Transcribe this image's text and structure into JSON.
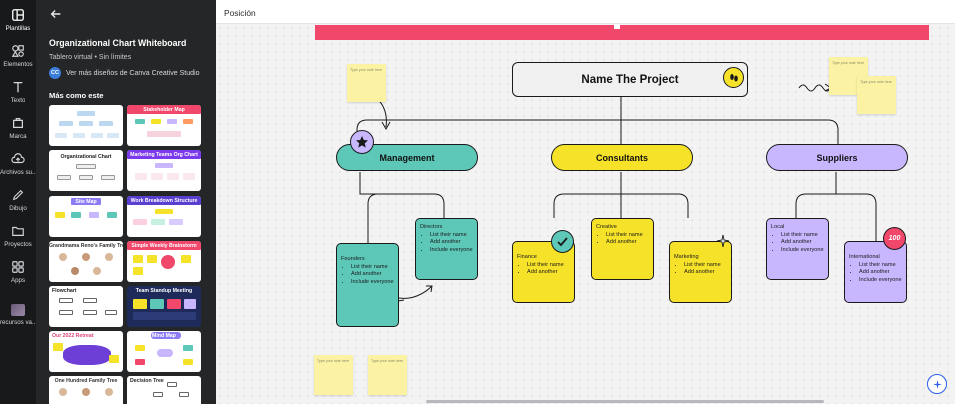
{
  "rail": {
    "items": [
      {
        "label": "Plantillas",
        "icon": "templates-icon"
      },
      {
        "label": "Elementos",
        "icon": "elements-icon"
      },
      {
        "label": "Texto",
        "icon": "text-icon"
      },
      {
        "label": "Marca",
        "icon": "brand-icon"
      },
      {
        "label": "Archivos su...",
        "icon": "uploads-icon"
      },
      {
        "label": "Dibujo",
        "icon": "draw-icon"
      },
      {
        "label": "Proyectos",
        "icon": "projects-icon"
      },
      {
        "label": "Apps",
        "icon": "apps-icon"
      },
      {
        "label": "recursos va...",
        "icon": "resource-thumbnail"
      }
    ]
  },
  "panel": {
    "title": "Organizational Chart Whiteboard",
    "subtitle": "Tablero virtual • Sin límites",
    "creator_badge": "CC",
    "creator_link": "Ver más diseños de Canva Creative Studio",
    "more_title": "Más como este",
    "thumbnails": [
      {
        "caption": "",
        "bg": "#ffffff"
      },
      {
        "caption": "Stakeholder Map",
        "bg": "#ffffff"
      },
      {
        "caption": "Organizational Chart",
        "bg": "#ffffff"
      },
      {
        "caption": "Marketing Teams Org Chart",
        "bg": "#ffffff"
      },
      {
        "caption": "Site Map",
        "bg": "#ffffff"
      },
      {
        "caption": "Work Breakdown Structure",
        "bg": "#ffffff"
      },
      {
        "caption": "Grandmama Reno's Family Tree",
        "bg": "#ffffff"
      },
      {
        "caption": "Simple Weekly Brainstorm",
        "bg": "#ffffff"
      },
      {
        "caption": "Flowchart",
        "bg": "#ffffff"
      },
      {
        "caption": "Team Standup Meeting",
        "bg": "#1e2a5a"
      },
      {
        "caption": "Our 2022 Retreat",
        "bg": "#ffffff"
      },
      {
        "caption": "Mind Map",
        "bg": "#ffffff"
      },
      {
        "caption": "One Hundred Family Tree",
        "bg": "#ffffff"
      },
      {
        "caption": "Decision Tree",
        "bg": "#ffffff"
      }
    ]
  },
  "topbar": {
    "position_label": "Posición"
  },
  "board": {
    "project_title": "Name The Project",
    "departments": [
      "Management",
      "Consultants",
      "Suppliers"
    ],
    "cards": [
      {
        "title": "Founders",
        "items": [
          "List their name",
          "Add another",
          "Include everyone"
        ]
      },
      {
        "title": "Directors",
        "items": [
          "List their name",
          "Add another",
          "Include everyone"
        ]
      },
      {
        "title": "Finance",
        "items": [
          "List their name",
          "Add another"
        ]
      },
      {
        "title": "Creative",
        "items": [
          "List their name",
          "Add another"
        ]
      },
      {
        "title": "Marketing",
        "items": [
          "List their name",
          "Add another"
        ]
      },
      {
        "title": "Local",
        "items": [
          "List their name",
          "Add another",
          "Include everyone"
        ]
      },
      {
        "title": "International",
        "items": [
          "List their name",
          "Add another",
          "Include everyone"
        ]
      }
    ],
    "sticky_text": "Type your note here",
    "hundred_emoji_text": "100"
  },
  "colors": {
    "teal": "#5ec8b8",
    "yellow": "#f7e22a",
    "lavender": "#c8b6ff",
    "pink": "#f0476b",
    "sticky": "#fbf3a3"
  }
}
